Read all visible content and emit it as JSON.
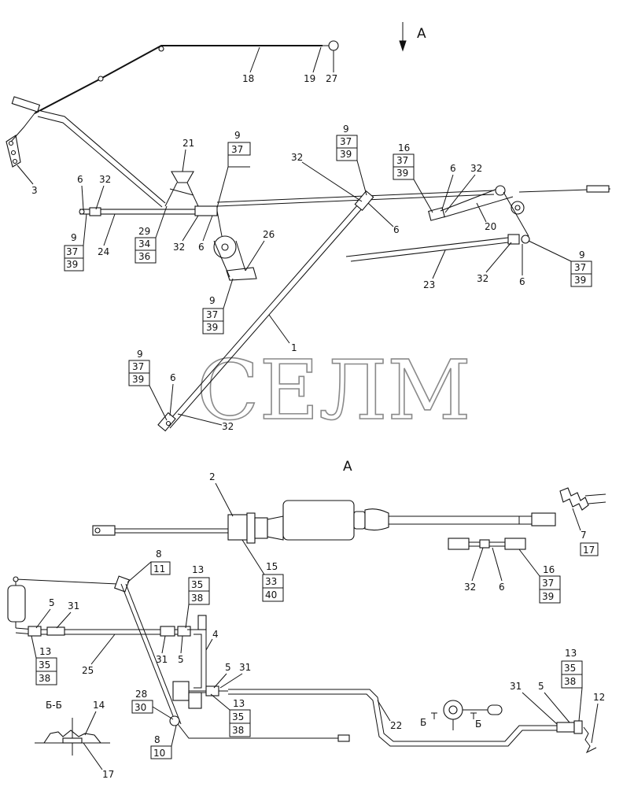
{
  "watermark": "СЕЛМ",
  "view_label_top": "А",
  "view_label_mid": "А",
  "section_label": "Б-Б",
  "section_mark_left": "Б",
  "section_mark_right": "Б",
  "callouts_top": {
    "n18": "18",
    "n19": "19",
    "n27": "27",
    "n3": "3",
    "n21": "21",
    "n9a": "9",
    "n37a": "37",
    "n9b": "9",
    "n37b": "37",
    "n39b": "39",
    "n32a": "32",
    "n16": "16",
    "n37c": "37",
    "n39c": "39",
    "n6a": "6",
    "n32b": "32",
    "n6b": "6",
    "n6c": "6",
    "n32c": "32",
    "n9d": "9",
    "n37d": "37",
    "n39d": "39",
    "n24": "24",
    "n29": "29",
    "n34": "34",
    "n36": "36",
    "n32d": "32",
    "n6d": "6",
    "n26": "26",
    "n20": "20",
    "n23": "23",
    "n32e": "32",
    "n6e": "6",
    "n9e": "9",
    "n37e": "37",
    "n39e": "39",
    "n9f": "9",
    "n37f": "37",
    "n39f": "39",
    "n1": "1",
    "n9g": "9",
    "n37g": "37",
    "n39g": "39",
    "n6g": "6",
    "n32g": "32"
  },
  "callouts_bottom": {
    "n2": "2",
    "n7": "7",
    "n17a": "17",
    "n15": "15",
    "n33": "33",
    "n40": "40",
    "n32": "32",
    "n6": "6",
    "n16": "16",
    "n37": "37",
    "n39": "39",
    "n8a": "8",
    "n11": "11",
    "n13a": "13",
    "n35a": "35",
    "n38a": "38",
    "n5a": "5",
    "n31a": "31",
    "n13b": "13",
    "n35b": "35",
    "n38b": "38",
    "n25": "25",
    "n31b": "31",
    "n5b": "5",
    "n4": "4",
    "n5c": "5",
    "n31c": "31",
    "n13c": "13",
    "n35c": "35",
    "n38c": "38",
    "n28": "28",
    "n30": "30",
    "n8b": "8",
    "n10": "10",
    "n22": "22",
    "n13d": "13",
    "n35d": "35",
    "n38d": "38",
    "n31d": "31",
    "n5d": "5",
    "n12": "12",
    "n14": "14",
    "n17b": "17"
  }
}
